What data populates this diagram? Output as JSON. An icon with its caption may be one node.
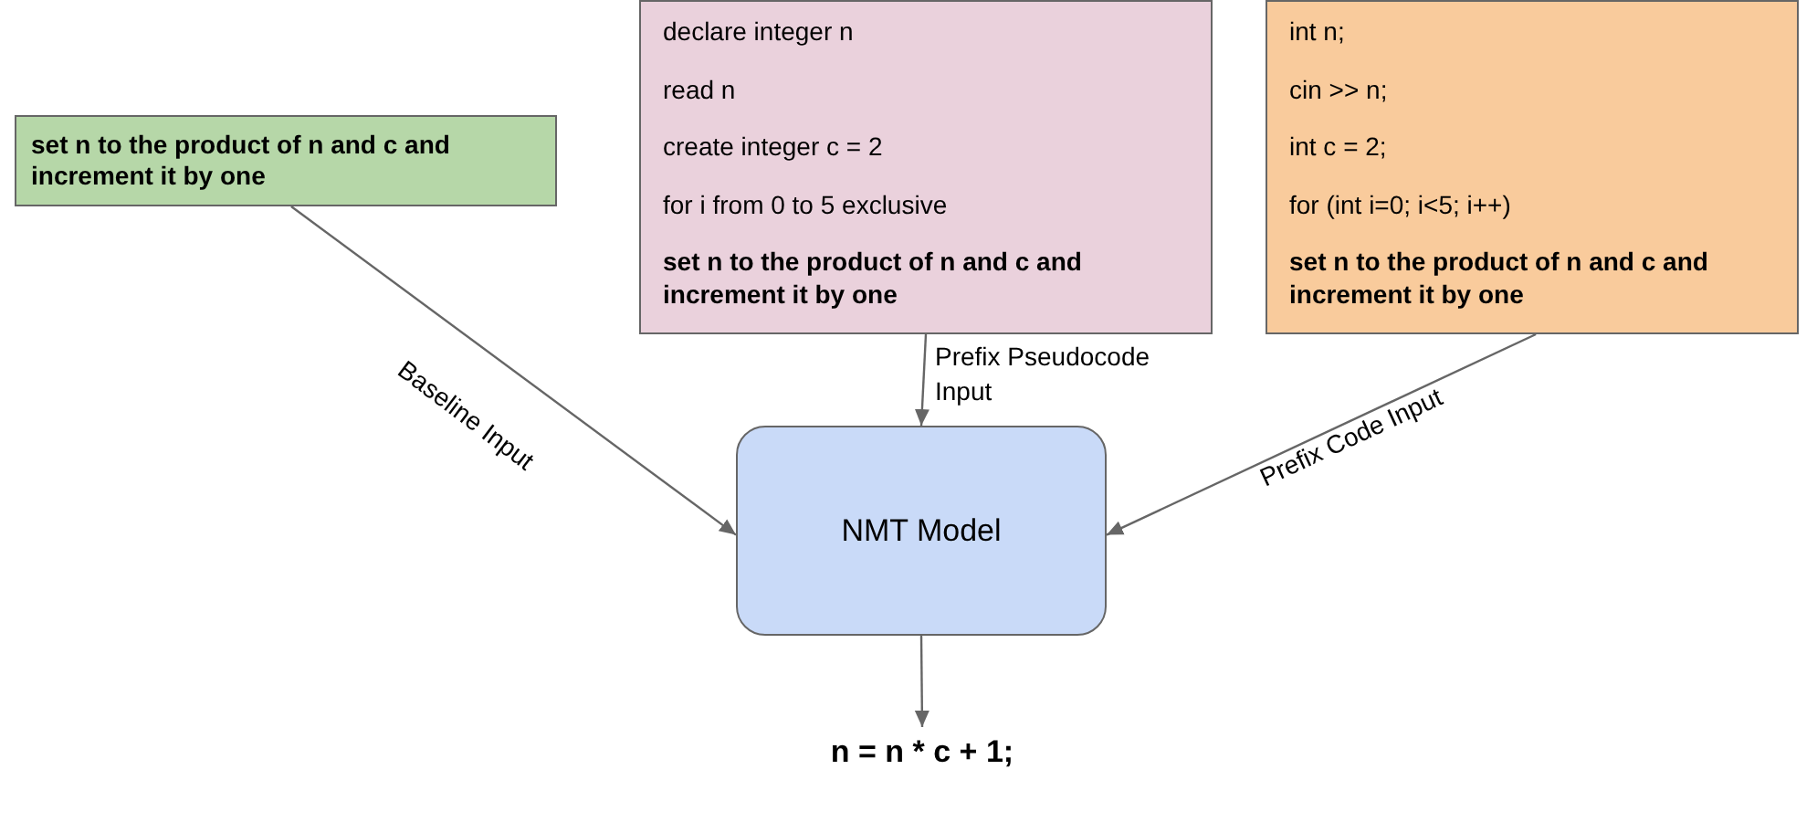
{
  "diagram": {
    "nodes": [
      {
        "text": [
          "set n to the product of n and c and increment it by one"
        ]
      },
      {
        "text": [
          "declare integer n",
          "read n",
          "create integer c = 2",
          "for i from 0 to 5 exclusive",
          "set n to the product of n and c and increment it by one"
        ]
      },
      {
        "text": [
          "int n;",
          "cin >> n;",
          "int c = 2;",
          "for (int i=0; i<5; i++)",
          "set n to the product of n and c and increment it by one"
        ]
      },
      {
        "text": [
          "NMT Model"
        ]
      },
      {
        "text": [
          "n = n * c + 1;"
        ]
      }
    ],
    "edges": [
      {
        "from": 0,
        "to": 3,
        "arrow": "to",
        "label": "Baseline Input"
      },
      {
        "from": 1,
        "to": 3,
        "arrow": "to",
        "label": "Prefix Pseudocode Input"
      },
      {
        "from": 2,
        "to": 3,
        "arrow": "to",
        "label": "Prefix Code Input"
      },
      {
        "from": 3,
        "to": 4,
        "arrow": "to"
      }
    ]
  }
}
